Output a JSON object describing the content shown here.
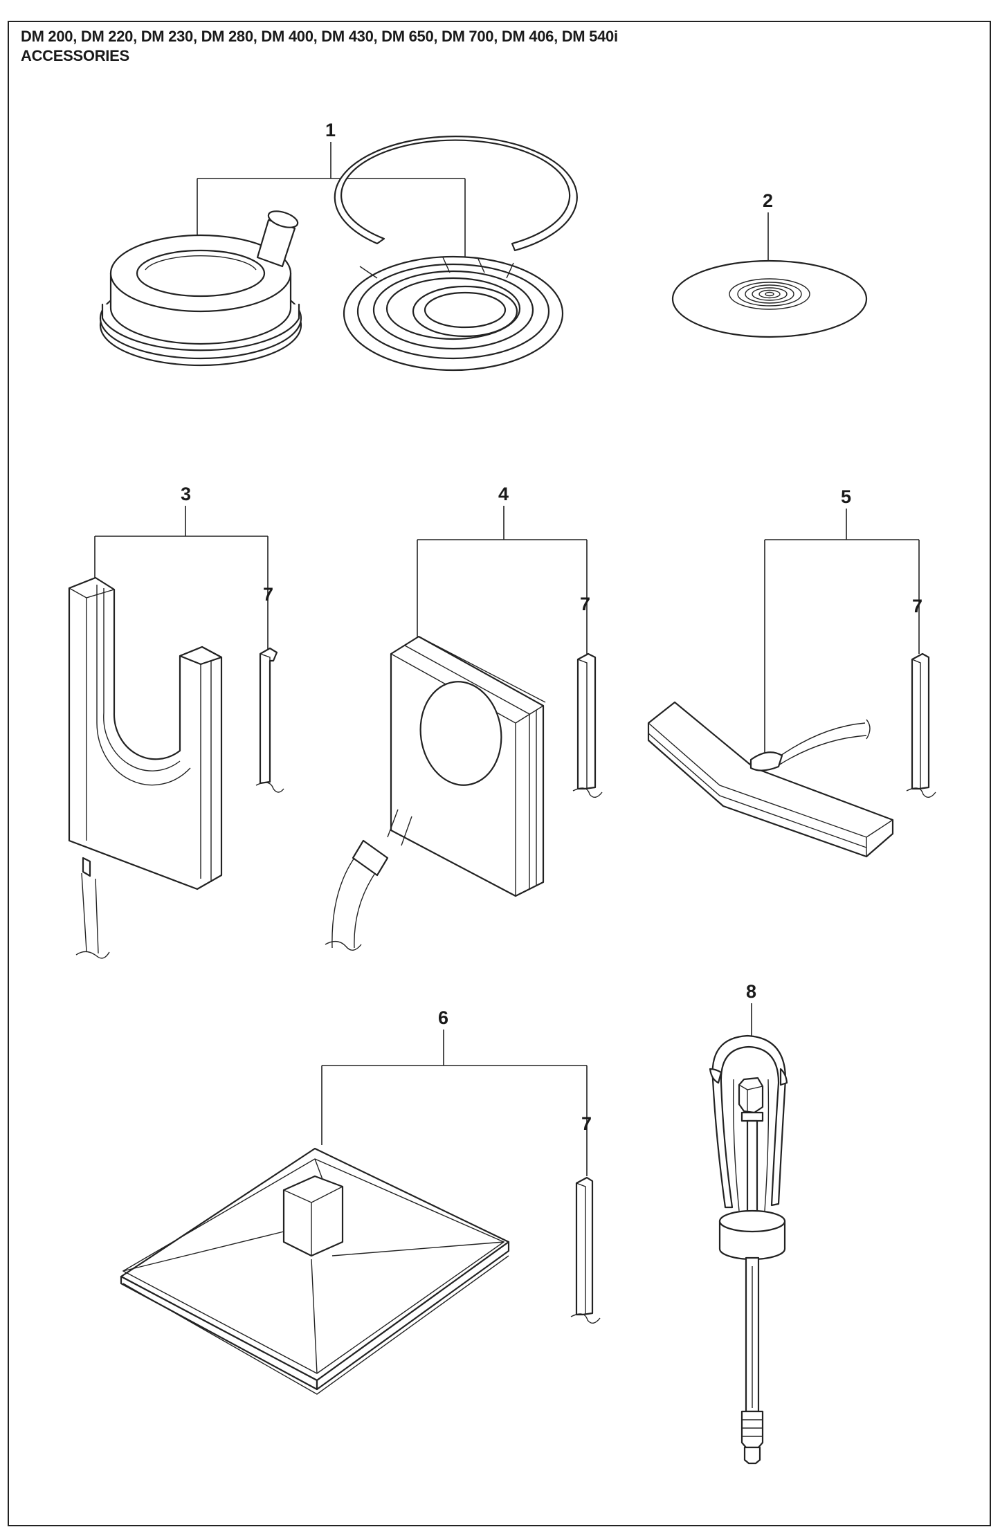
{
  "header": {
    "models": "DM 200, DM 220, DM 230, DM 280, DM 400, DM 430, DM 650, DM 700, DM 406, DM 540i",
    "section": "ACCESSORIES"
  },
  "callouts": {
    "c1": "1",
    "c2": "2",
    "c3": "3",
    "c4": "4",
    "c5": "5",
    "c6": "6",
    "c7a": "7",
    "c7b": "7",
    "c7c": "7",
    "c7d": "7",
    "c8": "8"
  },
  "parts": [
    {
      "ref": "1",
      "icon": "water-collector-ring-icon"
    },
    {
      "ref": "2",
      "icon": "sealing-disc-icon"
    },
    {
      "ref": "3",
      "icon": "u-shaped-collector-icon"
    },
    {
      "ref": "4",
      "icon": "square-collector-icon"
    },
    {
      "ref": "5",
      "icon": "v-shaped-collector-icon"
    },
    {
      "ref": "6",
      "icon": "pyramid-collector-icon"
    },
    {
      "ref": "7",
      "icon": "rubber-strip-icon"
    },
    {
      "ref": "8",
      "icon": "tensioning-tool-icon"
    }
  ]
}
